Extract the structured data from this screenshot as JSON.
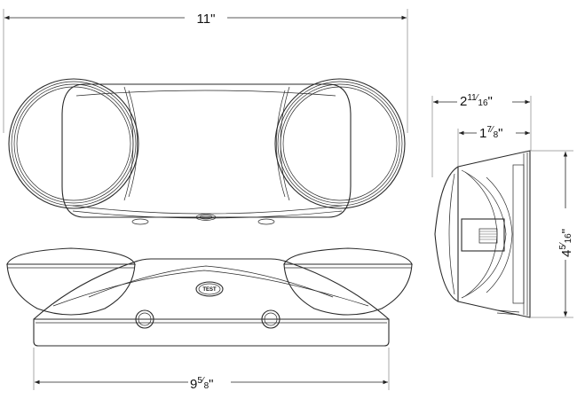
{
  "dimensions": {
    "overall_width": {
      "whole": "11",
      "num": "",
      "den": "",
      "unit": "\""
    },
    "base_width": {
      "whole": "9",
      "num": "5",
      "den": "8",
      "unit": "\""
    },
    "side_depth_total": {
      "whole": "2",
      "num": "11",
      "den": "16",
      "unit": "\""
    },
    "side_depth_body": {
      "whole": "1",
      "num": "7",
      "den": "8",
      "unit": "\""
    },
    "height": {
      "whole": "4",
      "num": "5",
      "den": "16",
      "unit": "\""
    }
  },
  "labels": {
    "test_button": "TEST"
  }
}
